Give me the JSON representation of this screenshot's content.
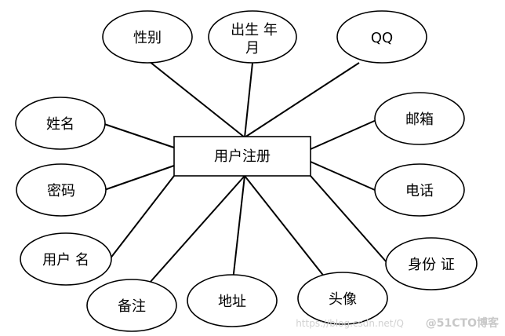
{
  "entity": {
    "label": "用户注册"
  },
  "attributes": {
    "gender": "性别",
    "birth_line1": "出生 年",
    "birth_line2": "月",
    "qq": "QQ",
    "full_name": "姓名",
    "email": "邮箱",
    "password": "密码",
    "phone": "电话",
    "username": "用户 名",
    "id_card": "身份 证",
    "remark": "备注",
    "address": "地址",
    "avatar": "头像"
  },
  "watermark": {
    "url": "https://blog.csdn.net/Q",
    "brand": "@51CTO博客"
  },
  "colors": {
    "line": "#000000",
    "shape_fill": "#ffffff",
    "watermark": "#d2d2d2"
  }
}
